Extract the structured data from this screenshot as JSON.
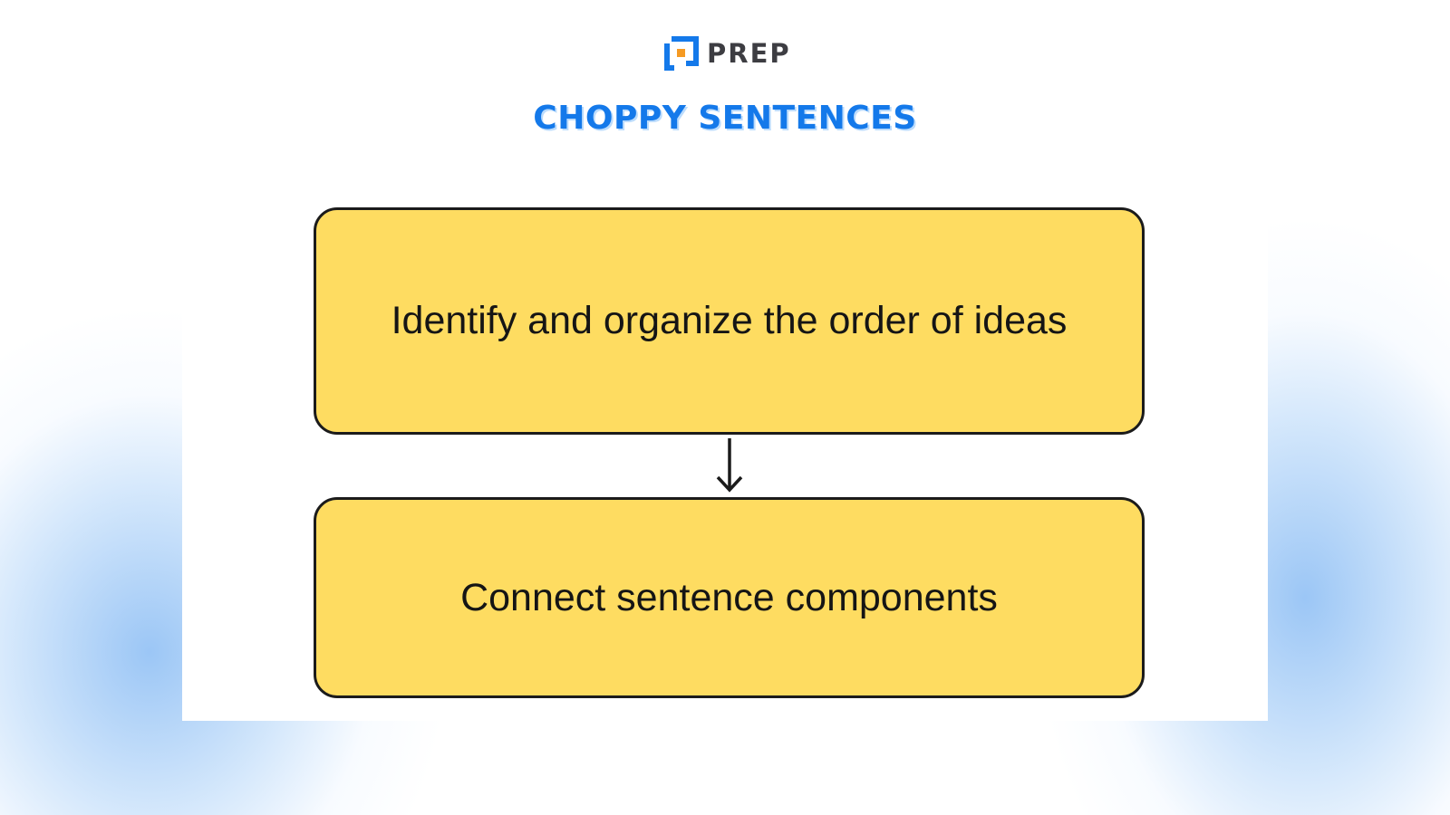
{
  "header": {
    "brand": "PREP",
    "logo_icon": "prep-logo-icon",
    "title": "CHOPPY SENTENCES"
  },
  "diagram": {
    "nodes": [
      {
        "id": "step-1",
        "label": "Identify and organize the order of ideas"
      },
      {
        "id": "step-2",
        "label": "Connect sentence components"
      }
    ],
    "edges": [
      {
        "from": "step-1",
        "to": "step-2",
        "style": "arrow-down"
      }
    ]
  },
  "colors": {
    "title": "#1479ea",
    "title_shadow": "#bcdcfc",
    "node_fill": "#fedc61",
    "node_border": "#1b1b1b",
    "logo_blue": "#1479ea",
    "logo_orange": "#f59a23",
    "brand_text": "#3d3d42"
  }
}
